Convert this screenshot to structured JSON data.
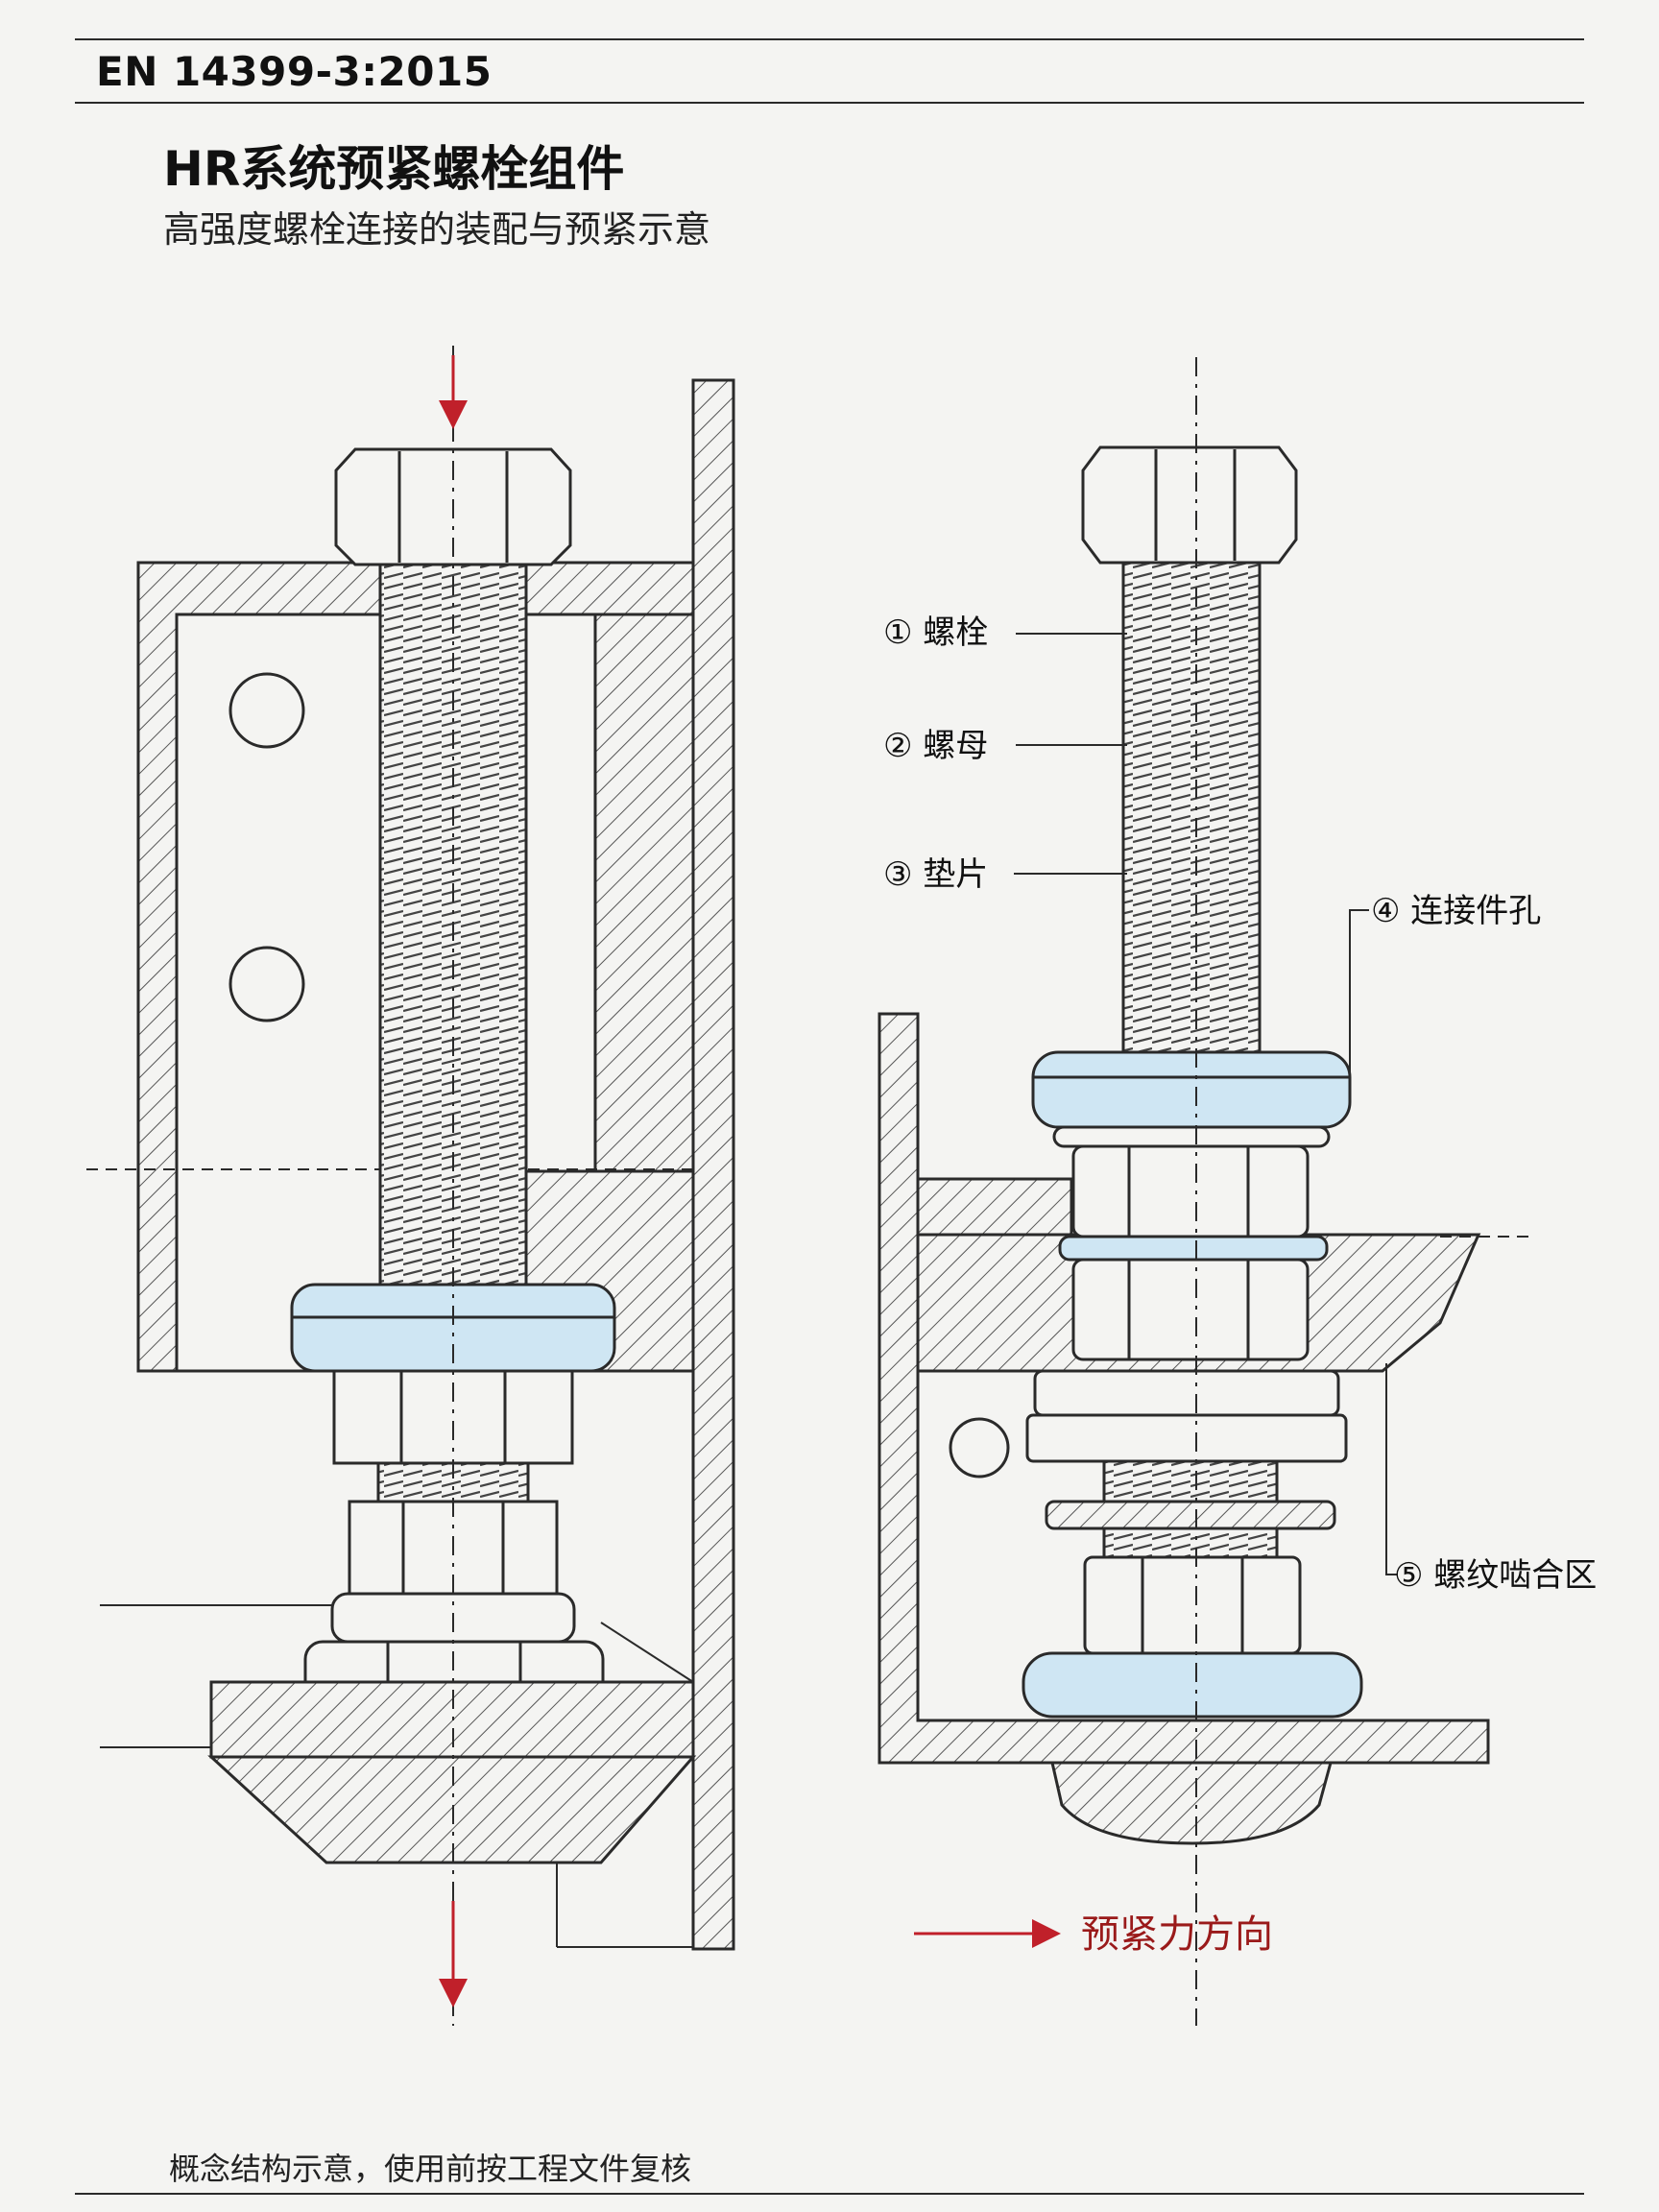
{
  "header": {
    "standard": "EN 14399-3:2015"
  },
  "title": "HR系统预紧螺栓组件",
  "subtitle": "高强度螺栓连接的装配与预紧示意",
  "callouts": [
    {
      "num": "①",
      "label": "螺栓"
    },
    {
      "num": "②",
      "label": "螺母"
    },
    {
      "num": "③",
      "label": "垫片"
    },
    {
      "num": "④",
      "label": "连接件孔"
    },
    {
      "num": "⑤",
      "label": "螺纹啮合区"
    }
  ],
  "legend": {
    "label": "预紧力方向"
  },
  "footer": {
    "note": "概念结构示意，使用前按工程文件复核"
  },
  "colors": {
    "line": "#2a2a2a",
    "washer": "#cfe6f3",
    "arrow": "#c0202a",
    "hatch": "#555555",
    "paper": "#f4f4f2"
  }
}
